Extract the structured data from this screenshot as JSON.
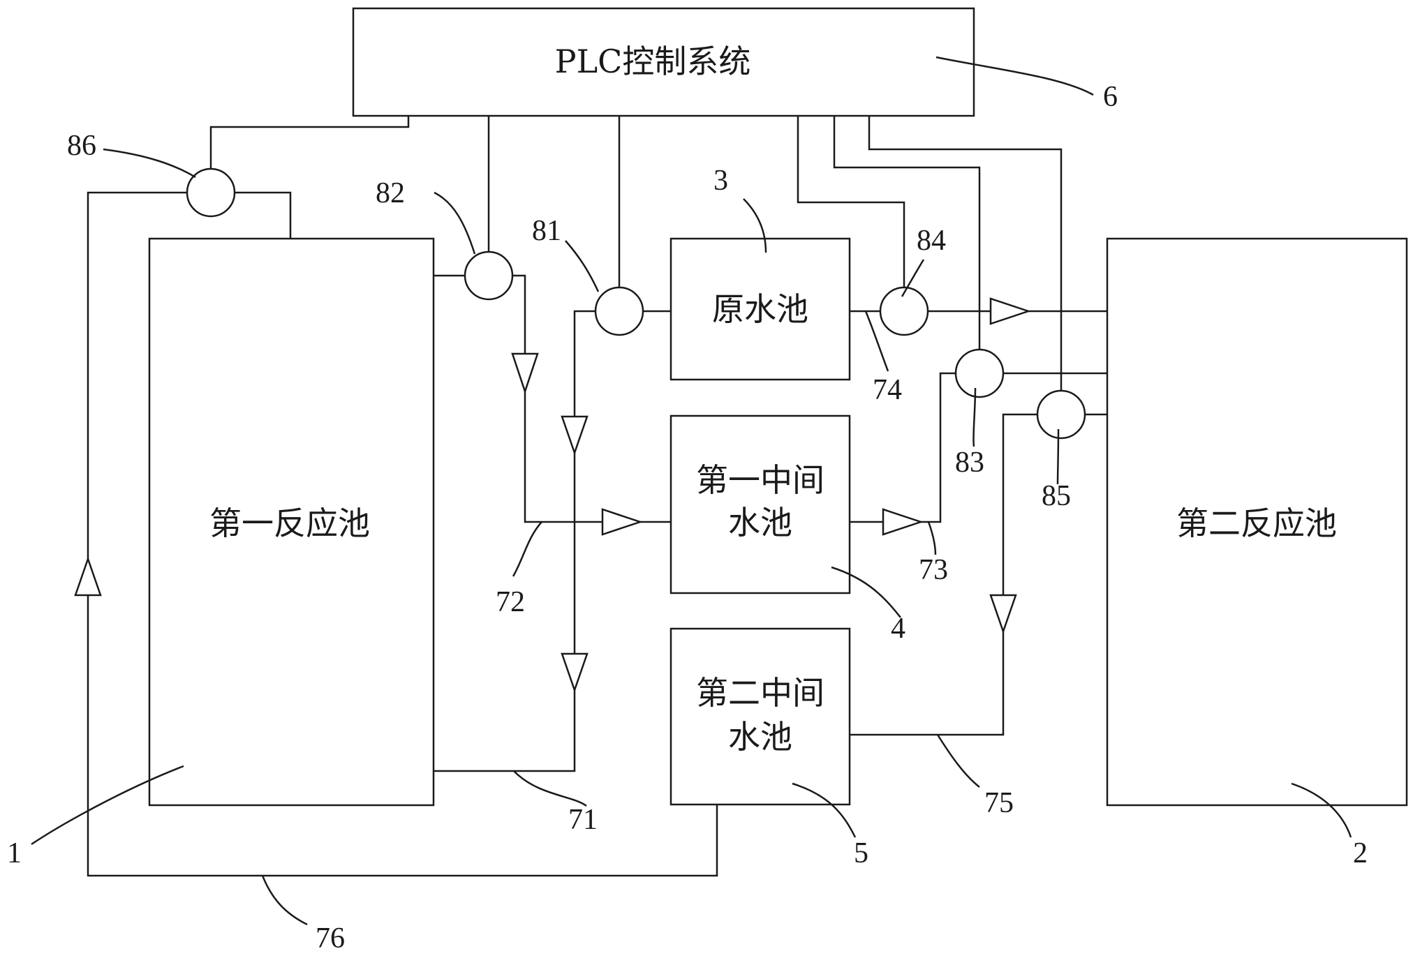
{
  "boxes": {
    "plc": "PLC控制系统",
    "reactor1": "第一反应池",
    "reactor2": "第二反应池",
    "raw_pool": "原水池",
    "mid1_line1": "第一中间",
    "mid1_line2": "水池",
    "mid2_line1": "第二中间",
    "mid2_line2": "水池"
  },
  "labels": {
    "n1": "1",
    "n2": "2",
    "n3": "3",
    "n4": "4",
    "n5": "5",
    "n6": "6",
    "n71": "71",
    "n72": "72",
    "n73": "73",
    "n74": "74",
    "n75": "75",
    "n76": "76",
    "n81": "81",
    "n82": "82",
    "n83": "83",
    "n84": "84",
    "n85": "85",
    "n86": "86"
  }
}
